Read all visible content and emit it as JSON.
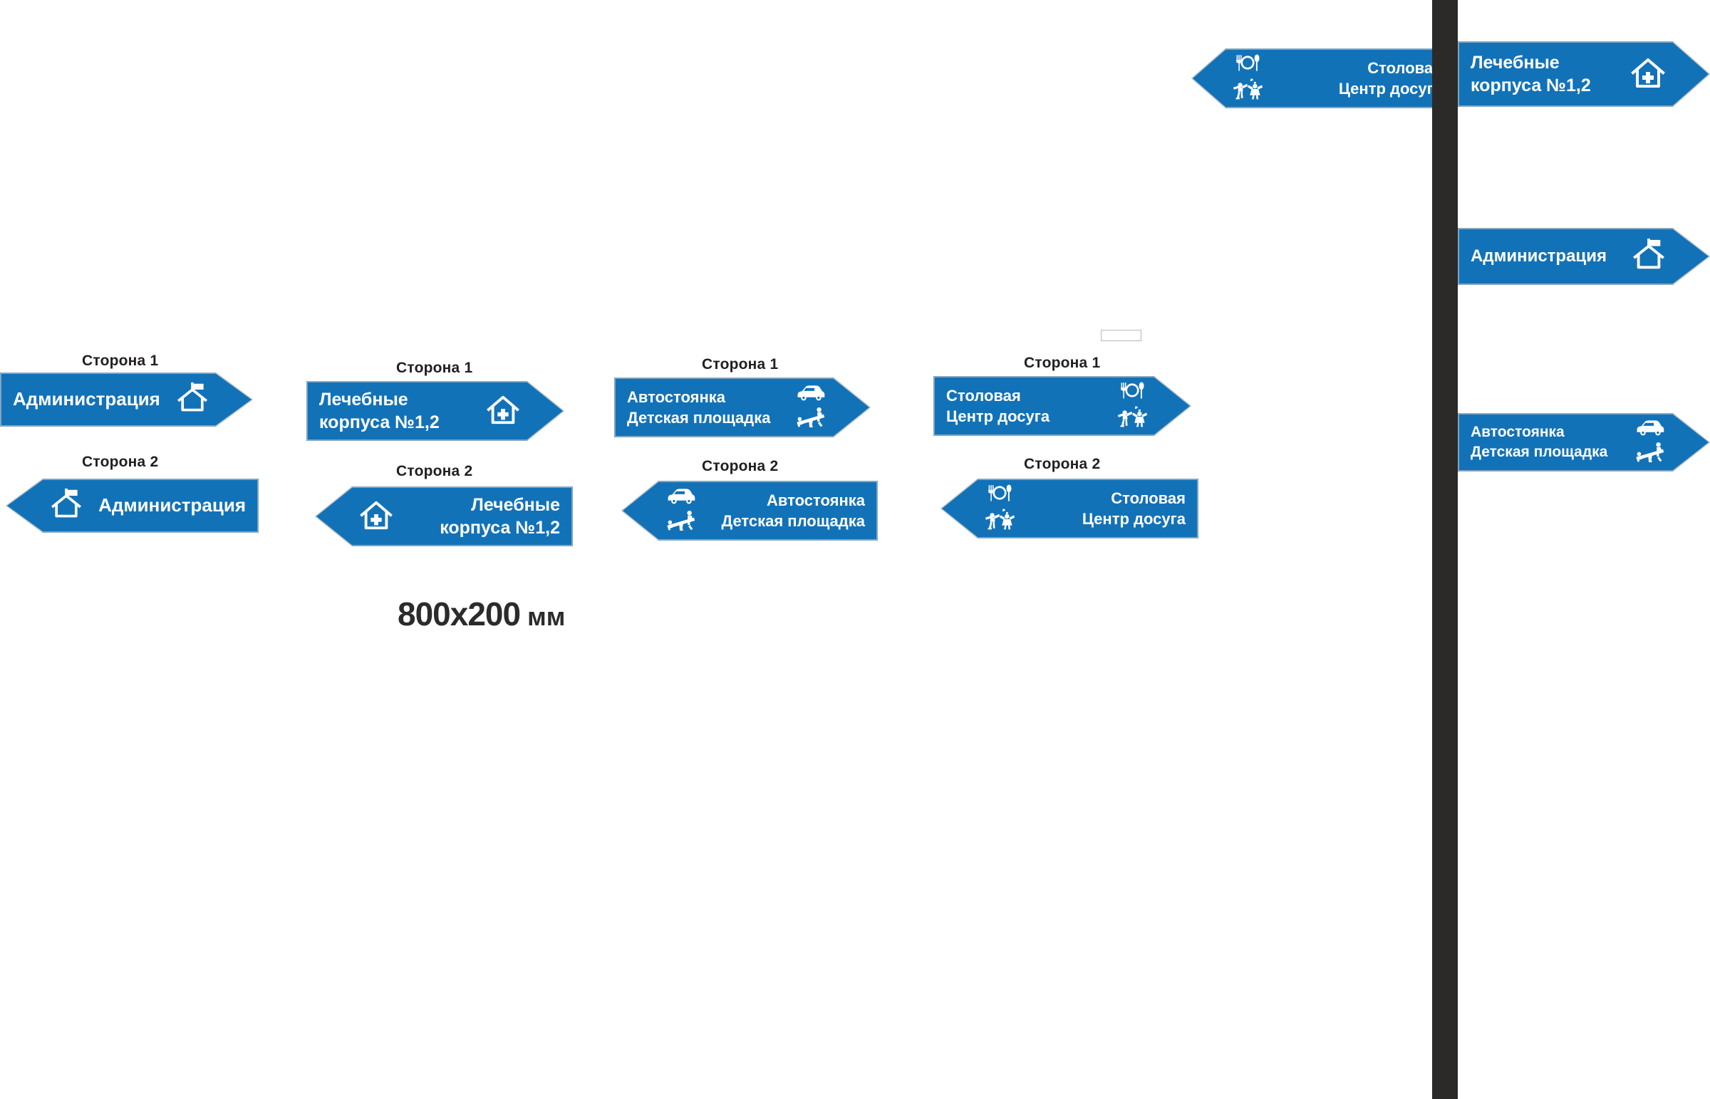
{
  "meta": {
    "dimension_label_main": "800x200",
    "dimension_label_unit": " мм"
  },
  "captions": {
    "side1": "Сторона 1",
    "side2": "Сторона 2"
  },
  "colors": {
    "sign_blue": "#1272b8",
    "sign_text": "#ffffff",
    "sign_border": "#c9c6c4",
    "pole": "#2b2a28",
    "caption_text": "#231f20",
    "dimension_text": "#2b2b2b"
  },
  "sign_groups": [
    {
      "id": "administration",
      "side1": {
        "direction": "right",
        "lines": [
          "Администрация"
        ],
        "icons": [
          "house-flag-icon"
        ]
      },
      "side2": {
        "direction": "left",
        "lines": [
          "Администрация"
        ],
        "icons": [
          "house-flag-icon"
        ]
      }
    },
    {
      "id": "medical-buildings",
      "side1": {
        "direction": "right",
        "lines": [
          "Лечебные",
          "корпуса №1,2"
        ],
        "icons": [
          "hospital-house-icon"
        ]
      },
      "side2": {
        "direction": "left",
        "lines": [
          "Лечебные",
          "корпуса №1,2"
        ],
        "icons": [
          "hospital-house-icon"
        ]
      }
    },
    {
      "id": "parking-playground",
      "side1": {
        "direction": "right",
        "lines": [
          "Автостоянка",
          "Детская площадка"
        ],
        "icons": [
          "car-icon",
          "seesaw-playground-icon"
        ]
      },
      "side2": {
        "direction": "left",
        "lines": [
          "Автостоянка",
          "Детская площадка"
        ],
        "icons": [
          "car-icon",
          "seesaw-playground-icon"
        ]
      }
    },
    {
      "id": "canteen-leisure",
      "side1": {
        "direction": "right",
        "lines": [
          "Столовая",
          "Центр досуга"
        ],
        "icons": [
          "cutlery-plate-icon",
          "dancing-people-icon"
        ]
      },
      "side2": {
        "direction": "left",
        "lines": [
          "Столовая",
          "Центр досуга"
        ],
        "icons": [
          "cutlery-plate-icon",
          "dancing-people-icon"
        ]
      }
    }
  ],
  "pole_mounted": {
    "left_arm": {
      "direction": "left",
      "lines": [
        "Столовая",
        "Центр досуга"
      ],
      "icons": [
        "cutlery-plate-icon",
        "dancing-people-icon"
      ]
    },
    "right_arms": [
      {
        "direction": "right",
        "lines": [
          "Лечебные",
          "корпуса №1,2"
        ],
        "icons": [
          "hospital-house-icon"
        ]
      },
      {
        "direction": "right",
        "lines": [
          "Администрация"
        ],
        "icons": [
          "house-flag-icon"
        ]
      },
      {
        "direction": "right",
        "lines": [
          "Автостоянка",
          "Детская площадка"
        ],
        "icons": [
          "car-icon",
          "seesaw-playground-icon"
        ]
      }
    ]
  }
}
